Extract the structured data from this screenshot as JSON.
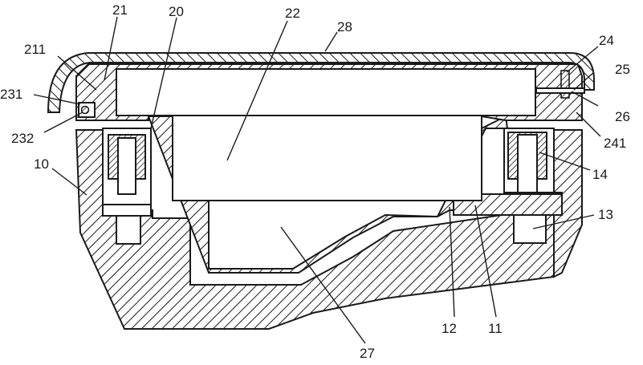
{
  "figure": {
    "labels": {
      "l21": "21",
      "l20": "20",
      "l22": "22",
      "l28": "28",
      "l211": "211",
      "l231": "231",
      "l232": "232",
      "l10": "10",
      "l24": "24",
      "l25": "25",
      "l26": "26",
      "l241": "241",
      "l14": "14",
      "l13": "13",
      "l12": "12",
      "l11": "11",
      "l27": "27"
    }
  }
}
